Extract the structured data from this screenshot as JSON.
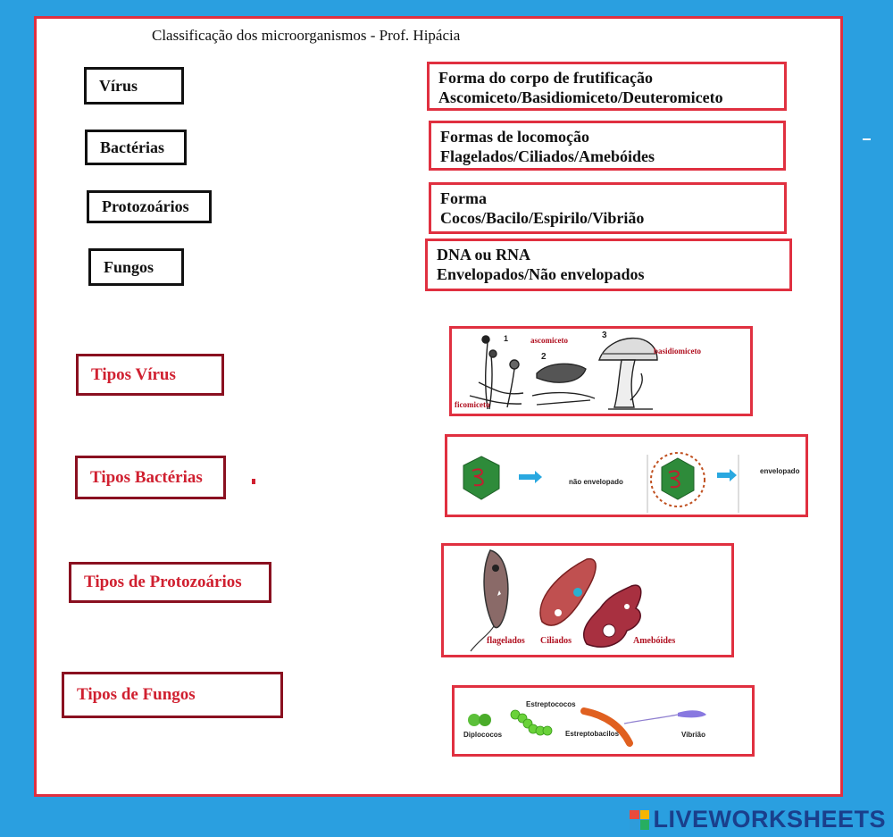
{
  "title": "Classificação dos microorganismos - Prof. Hipácia",
  "terms": [
    "Vírus",
    "Bactérias",
    "Protozoários",
    "Fungos"
  ],
  "definitions": [
    {
      "line1": "Forma do corpo de frutificação",
      "line2": "Ascomiceto/Basidiomiceto/Deuteromiceto"
    },
    {
      "line1": "Formas de locomoção",
      "line2": "Flagelados/Ciliados/Amebóides"
    },
    {
      "line1": "Forma",
      "line2": "Cocos/Bacilo/Espirilo/Vibrião"
    },
    {
      "line1": "DNA ou RNA",
      "line2": "Envelopados/Não envelopados"
    }
  ],
  "type_labels": [
    "Tipos Vírus",
    "Tipos Bactérias",
    "Tipos de Protozoários",
    "Tipos de Fungos"
  ],
  "fungi_image": {
    "n1": "1",
    "n2": "2",
    "n3": "3",
    "ascomiceto": "ascomiceto",
    "basidiomiceto": "basidiomiceto",
    "ficomiceto": "ficomiceto"
  },
  "virus_image": {
    "non_enveloped": "não envelopado",
    "enveloped": "envelopado"
  },
  "protozoa_image": {
    "flagellates": "flagelados",
    "ciliates": "Ciliados",
    "amoeboids": "Amebóides"
  },
  "bacteria_image": {
    "streptococci": "Estreptococos",
    "diplococci": "Diplococos",
    "streptobacilli": "Estreptobacilos",
    "vibrio": "Vibrião"
  },
  "brand": {
    "text": "LIVEWORKSHEETS",
    "logo_colors": [
      "#e94b3c",
      "#f7b500",
      "#2d9cdb",
      "#27ae60"
    ]
  },
  "colors": {
    "background": "#2a9fe0",
    "box_red": "#e03040",
    "label_red": "#d02030",
    "label_border": "#8a1020"
  }
}
